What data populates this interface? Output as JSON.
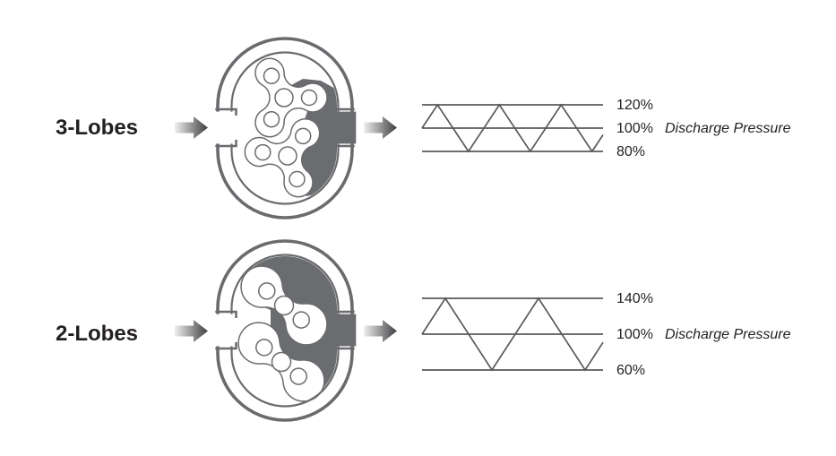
{
  "rows": [
    {
      "label": "3-Lobes",
      "pump": {
        "rotor_lobes": 3
      },
      "wave": {
        "levels": [
          "120%",
          "100%",
          "80%"
        ],
        "annotation": "Discharge Pressure",
        "peak": "120%",
        "mean": "100%",
        "trough": "80%",
        "cycles_shown": 3
      }
    },
    {
      "label": "2-Lobes",
      "pump": {
        "rotor_lobes": 2
      },
      "wave": {
        "levels": [
          "140%",
          "100%",
          "60%"
        ],
        "annotation": "Discharge Pressure",
        "peak": "140%",
        "mean": "100%",
        "trough": "60%",
        "cycles_shown": 2
      }
    }
  ],
  "colors": {
    "outline": "#6a6b6e",
    "dark_fill": "#6b6c6f",
    "text": "#231f20",
    "wave_line": "#58595b",
    "arrow_gradient_start": "#efefef",
    "arrow_gradient_end": "#3d3e40",
    "background": "#ffffff"
  }
}
